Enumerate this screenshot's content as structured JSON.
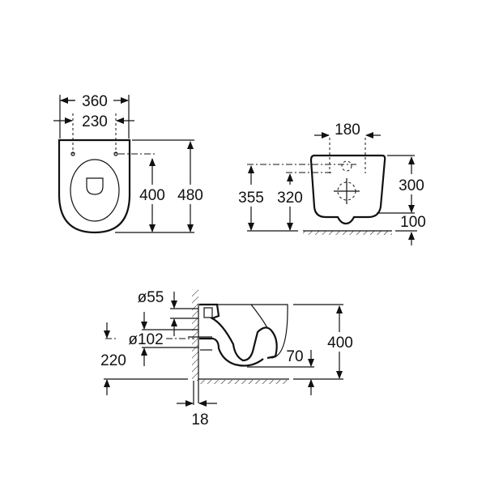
{
  "top_view": {
    "width_outer": "360",
    "width_fixings": "230",
    "fixing_to_front": "400",
    "length": "480"
  },
  "rear_view": {
    "fixing_spacing": "180",
    "height_upper": "355",
    "height_lower": "320",
    "bowl_height": "300",
    "floor_clearance": "100"
  },
  "side_view": {
    "inlet_diameter": "ø55",
    "outlet_diameter": "ø102",
    "outlet_height": "220",
    "rim_height": "400",
    "depth": "70",
    "wall_gap": "18"
  }
}
